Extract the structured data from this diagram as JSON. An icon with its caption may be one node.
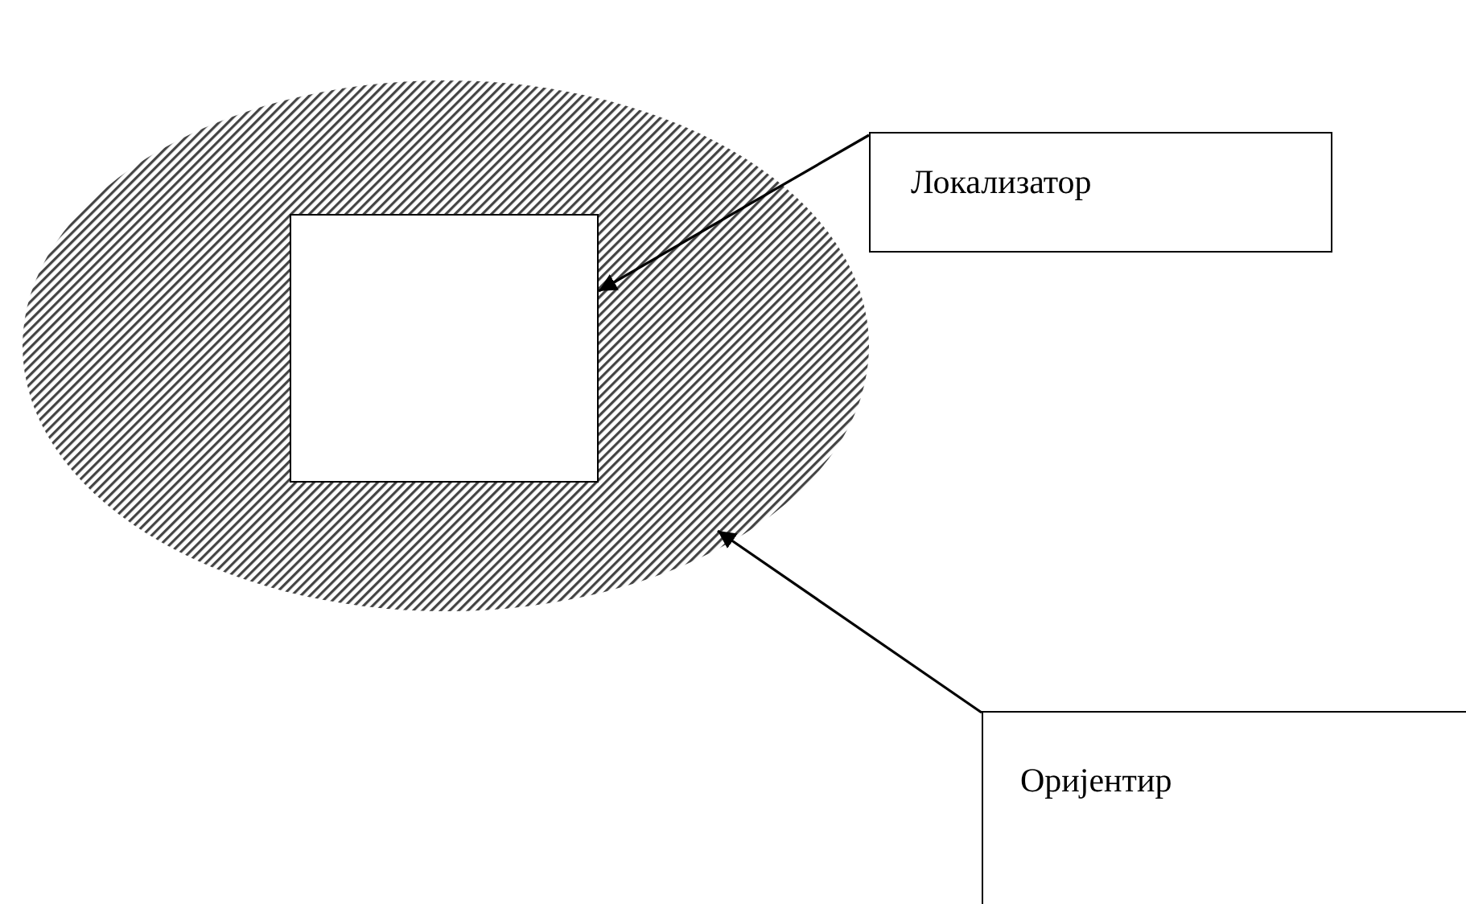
{
  "diagram": {
    "nodes": [
      {
        "text": [],
        "shape": "ellipse"
      },
      {
        "text": [],
        "shape": "box",
        "in": 0
      },
      {
        "text": [
          "Локализатор"
        ]
      },
      {
        "text": [
          "Оријентир"
        ]
      }
    ],
    "edges": [
      {
        "from": 2,
        "to": 1,
        "arrow": "to"
      },
      {
        "from": 3,
        "to": 0,
        "arrow": "to"
      }
    ]
  }
}
